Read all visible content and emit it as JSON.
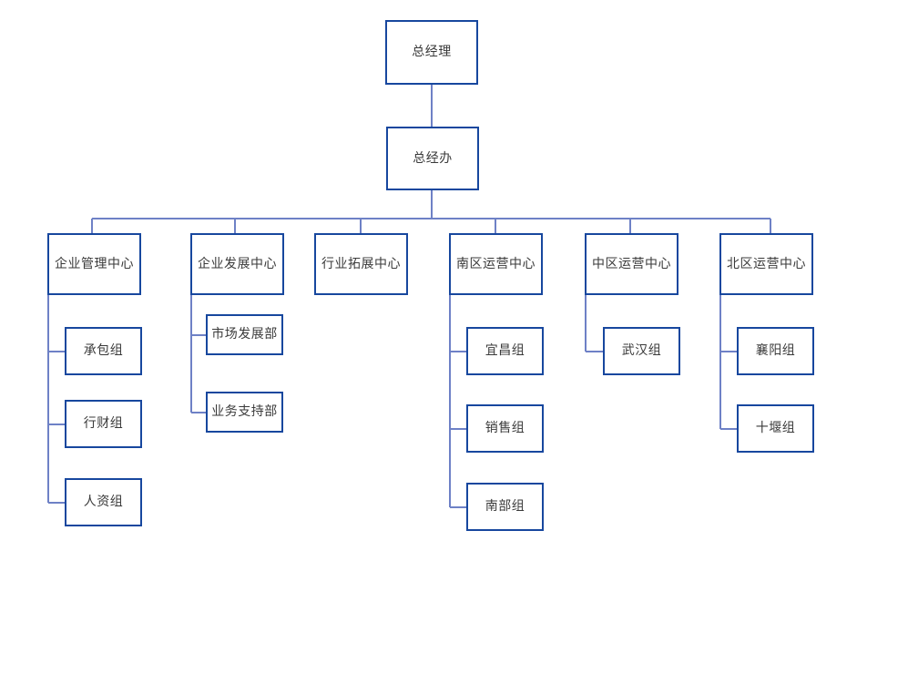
{
  "diagram": {
    "type": "organization-chart",
    "title": "",
    "colors": {
      "box_border": "#17479E",
      "connector": "#6E81C6",
      "box_fill": "#FFFFFF",
      "text": "#3A3A3A",
      "background": "#FFFFFF"
    },
    "nodes": {
      "root": {
        "label": "总经理"
      },
      "office": {
        "label": "总经办"
      },
      "centers": [
        {
          "label": "企业管理中心"
        },
        {
          "label": "企业发展中心"
        },
        {
          "label": "行业拓展中心"
        },
        {
          "label": "南区运营中心"
        },
        {
          "label": "中区运营中心"
        },
        {
          "label": "北区运营中心"
        }
      ],
      "groups": {
        "enterprise_management": [
          {
            "label": "承包组"
          },
          {
            "label": "行财组"
          },
          {
            "label": "人资组"
          }
        ],
        "enterprise_development": [
          {
            "label": "市场发展部"
          },
          {
            "label": "业务支持部"
          }
        ],
        "industry_expansion": [],
        "south_operations": [
          {
            "label": "宜昌组"
          },
          {
            "label": "销售组"
          },
          {
            "label": "南部组"
          }
        ],
        "central_operations": [
          {
            "label": "武汉组"
          }
        ],
        "north_operations": [
          {
            "label": "襄阳组"
          },
          {
            "label": "十堰组"
          }
        ]
      }
    }
  }
}
